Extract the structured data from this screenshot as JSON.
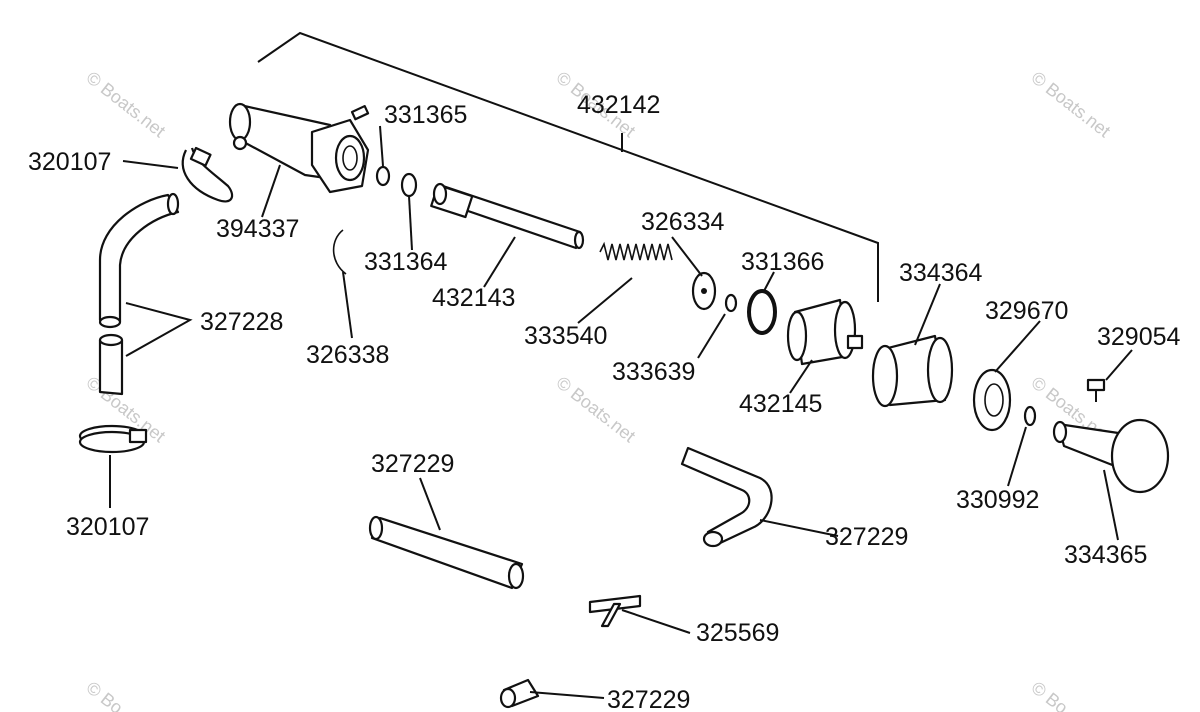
{
  "watermark": "© Boats.net",
  "watermark_cut": "© Bo",
  "callouts": {
    "p432142": "432142",
    "p331365": "331365",
    "p320107_top": "320107",
    "p394337": "394337",
    "p331364": "331364",
    "p326334": "326334",
    "p331366": "331366",
    "p334364": "334364",
    "p329670": "329670",
    "p329054": "329054",
    "p327228": "327228",
    "p432143": "432143",
    "p326338": "326338",
    "p333540": "333540",
    "p333639": "333639",
    "p432145": "432145",
    "p330992": "330992",
    "p334365": "334365",
    "p327229_a": "327229",
    "p327229_b": "327229",
    "p320107_bottom": "320107",
    "p325569": "325569",
    "p327229_c": "327229"
  }
}
